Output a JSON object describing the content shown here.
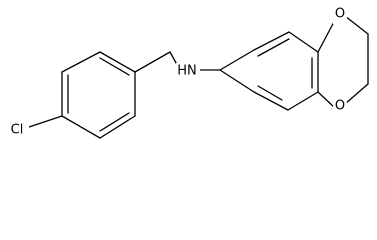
{
  "structure": {
    "atoms": {
      "chlorine": "Cl",
      "amine": "HN",
      "oxygen_top": "O",
      "oxygen_bottom": "O"
    }
  },
  "colors": {
    "bond": "#000000",
    "background": "#ffffff"
  }
}
